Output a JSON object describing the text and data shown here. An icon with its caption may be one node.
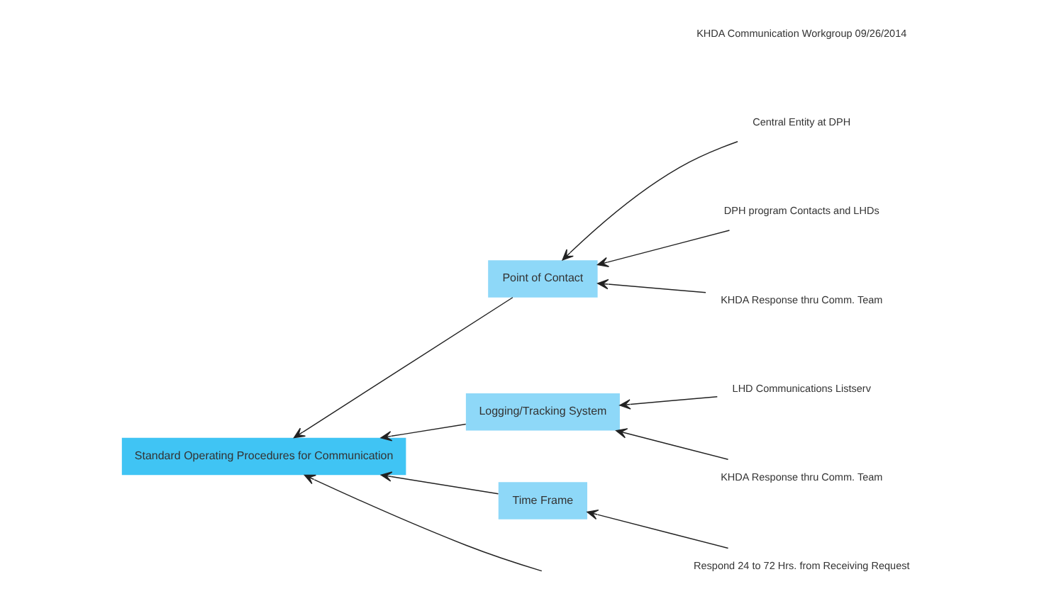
{
  "diagram": {
    "nodes": [
      {
        "text": [
          "Standard Operating Procedures for Communication"
        ]
      },
      {
        "text": [
          "Point of Contact"
        ]
      },
      {
        "text": [
          "Logging/Tracking System"
        ]
      },
      {
        "text": [
          "Time Frame"
        ]
      },
      {
        "text": [
          "Central Entity at DPH"
        ]
      },
      {
        "text": [
          "DPH program Contacts and LHDs"
        ]
      },
      {
        "text": [
          "KHDA Response thru Comm. Team"
        ]
      },
      {
        "text": [
          "LHD Communications Listserv"
        ]
      },
      {
        "text": [
          "KHDA Response thru Comm. Team"
        ]
      },
      {
        "text": [
          "Respond 24 to 72 Hrs. from Receiving Request"
        ]
      }
    ],
    "edges": [
      {
        "from": null,
        "to": 0,
        "arrow": "to"
      },
      {
        "from": 1,
        "to": 0,
        "arrow": "to"
      },
      {
        "from": 2,
        "to": 0,
        "arrow": "to"
      },
      {
        "from": 3,
        "to": 0,
        "arrow": "to"
      },
      {
        "from": 4,
        "to": 1,
        "arrow": "to"
      },
      {
        "from": 5,
        "to": 1,
        "arrow": "to"
      },
      {
        "from": 6,
        "to": 1,
        "arrow": "to"
      },
      {
        "from": 7,
        "to": 2,
        "arrow": "to"
      },
      {
        "from": 8,
        "to": 2,
        "arrow": "to"
      },
      {
        "from": 9,
        "to": 3,
        "arrow": "to"
      }
    ],
    "labels": [
      "KHDA Communication Workgroup 09/26/2014"
    ]
  }
}
